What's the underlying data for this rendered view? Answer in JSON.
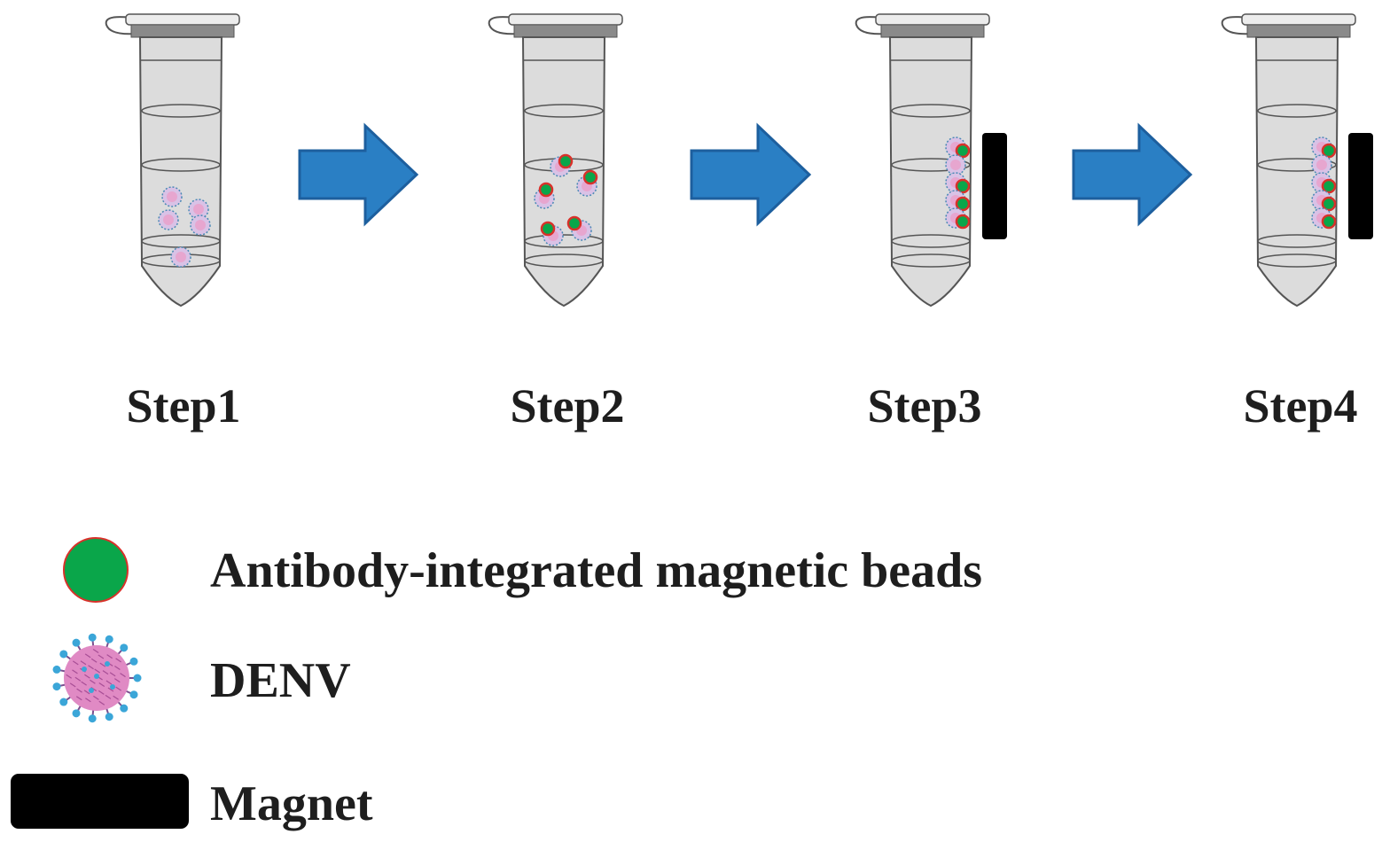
{
  "steps": [
    {
      "label": "Step1",
      "magnet": false,
      "particles": "scattered-virus"
    },
    {
      "label": "Step2",
      "magnet": false,
      "particles": "virus-bound-beads"
    },
    {
      "label": "Step3",
      "magnet": true,
      "particles": "wall-cluster"
    },
    {
      "label": "Step4",
      "magnet": true,
      "particles": "wall-cluster"
    }
  ],
  "legend": {
    "beads_label": "Antibody-integrated magnetic beads",
    "virus_label": "DENV",
    "magnet_label": "Magnet"
  },
  "colors": {
    "tube_fill": "#dcdcdc",
    "tube_stroke": "#555555",
    "arrow_fill": "#2a7fc4",
    "arrow_stroke": "#1d5f9e",
    "bead_fill": "#0aa64a",
    "bead_rim": "#d8312a",
    "virus_body": "#e08ac4",
    "virus_spike": "#3ba6d8",
    "magnet": "#000000"
  }
}
